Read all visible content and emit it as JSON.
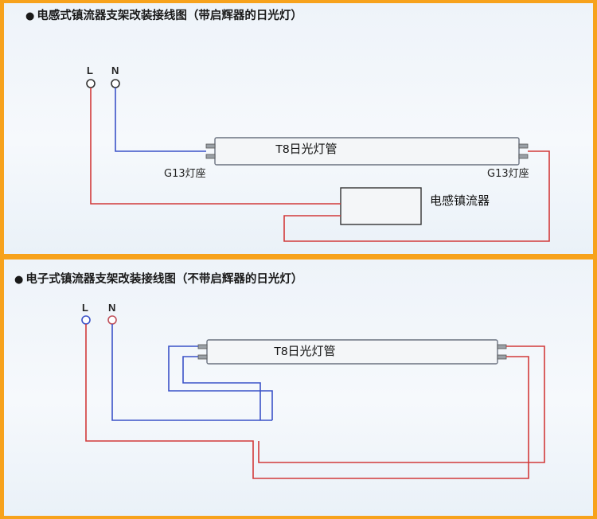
{
  "diagram_top": {
    "title": "电感式镇流器支架改装接线图（带启辉器的日光灯）",
    "bullet": "●",
    "terminal_l": "L",
    "terminal_n": "N",
    "tube_label": "T8日光灯管",
    "socket_left": "G13灯座",
    "socket_right": "G13灯座",
    "ballast_label": "电感镇流器"
  },
  "diagram_bottom": {
    "title": "电子式镇流器支架改装接线图（不带启辉器的日光灯）",
    "bullet": "●",
    "terminal_l": "L",
    "terminal_n": "N",
    "tube_label": "T8日光灯管"
  },
  "colors": {
    "live_wire": "#d23a3a",
    "neutral_wire": "#3b52c8",
    "border": "#f7a21c"
  }
}
